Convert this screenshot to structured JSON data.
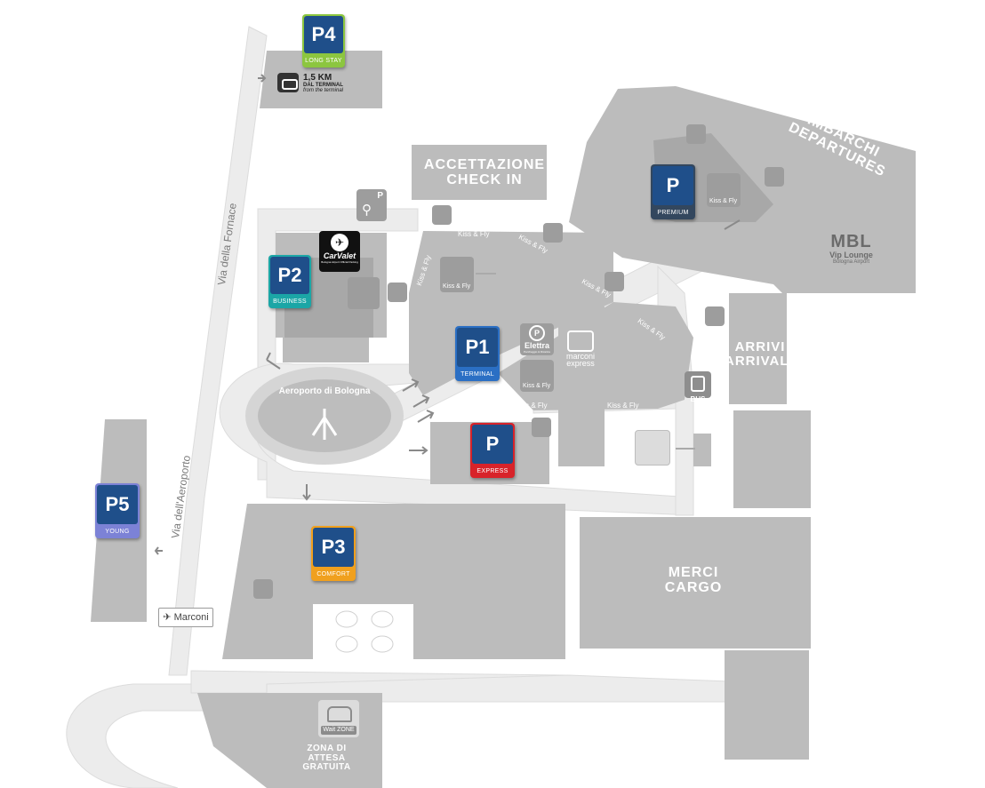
{
  "parking": {
    "p4": {
      "code": "P4",
      "sub": "LONG STAY",
      "color": "#1f4f8a",
      "band": "#8cc63f"
    },
    "p2": {
      "code": "P2",
      "sub": "BUSINESS",
      "color": "#1f4f8a",
      "band": "#1ba6a6"
    },
    "p1": {
      "code": "P1",
      "sub": "TERMINAL",
      "color": "#1f4f8a",
      "band": "#2b6fc4"
    },
    "premium": {
      "code": "P",
      "sub": "PREMIUM",
      "color": "#1f4f8a",
      "band": "#33475e"
    },
    "express": {
      "code": "P",
      "sub": "EXPRESS",
      "color": "#1f4f8a",
      "band": "#d8232a"
    },
    "p3": {
      "code": "P3",
      "sub": "COMFORT",
      "color": "#1f4f8a",
      "band": "#f0a01e"
    },
    "p5": {
      "code": "P5",
      "sub": "YOUNG",
      "color": "#1f4f8a",
      "band": "#7c82d6"
    }
  },
  "p4_note": {
    "distance": "1,5 KM",
    "line2": "DAL TERMINAL",
    "line3": "from the terminal"
  },
  "areas": {
    "checkin_line1": "ACCETTAZIONE",
    "checkin_line2": "CHECK IN",
    "departures_line1": "IMBARCHI",
    "departures_line2": "DEPARTURES",
    "arrivals_line1": "ARRIVI",
    "arrivals_line2": "ARRIVALS",
    "cargo_line1": "MERCI",
    "cargo_line2": "CARGO",
    "roundabout": "Aeroporto di Bologna",
    "wait_zone_line1": "ZONA DI ATTESA",
    "wait_zone_line2": "GRATUITA",
    "wait_zone_badge": "Wait ZONE"
  },
  "roads": {
    "fornace": "Via della Fornace",
    "aeroporto": "Via dell'Aeroporto",
    "marconi_sign": "Marconi"
  },
  "kiss_fly": [
    "Kiss & Fly",
    "Kiss & Fly",
    "Kiss & Fly",
    "Kiss & Fly",
    "Kiss & Fly",
    "Kiss & Fly",
    "Kiss & Fly",
    "Kiss & Fly",
    "Kiss & Fly",
    "Kiss & Fly",
    "Kiss & Fly"
  ],
  "logos": {
    "carvalet": "CarValet",
    "carvalet_tag": "Bologna Airport Official Parking",
    "elettra": "Elettra",
    "elettra_tag": "Parcheggio & Ricarica",
    "marconi_express_1": "marconi",
    "marconi_express_2": "express",
    "mbl": "MBL",
    "mbl_line2": "Vip Lounge",
    "mbl_line3": "Bologna Airport"
  },
  "bus_label": "BUS",
  "colors": {
    "building": "#b9b9b9",
    "road": "#ebebeb",
    "road_edge": "#d8d8d8",
    "dark_building": "#a6a6a6",
    "text": "#ffffff"
  }
}
